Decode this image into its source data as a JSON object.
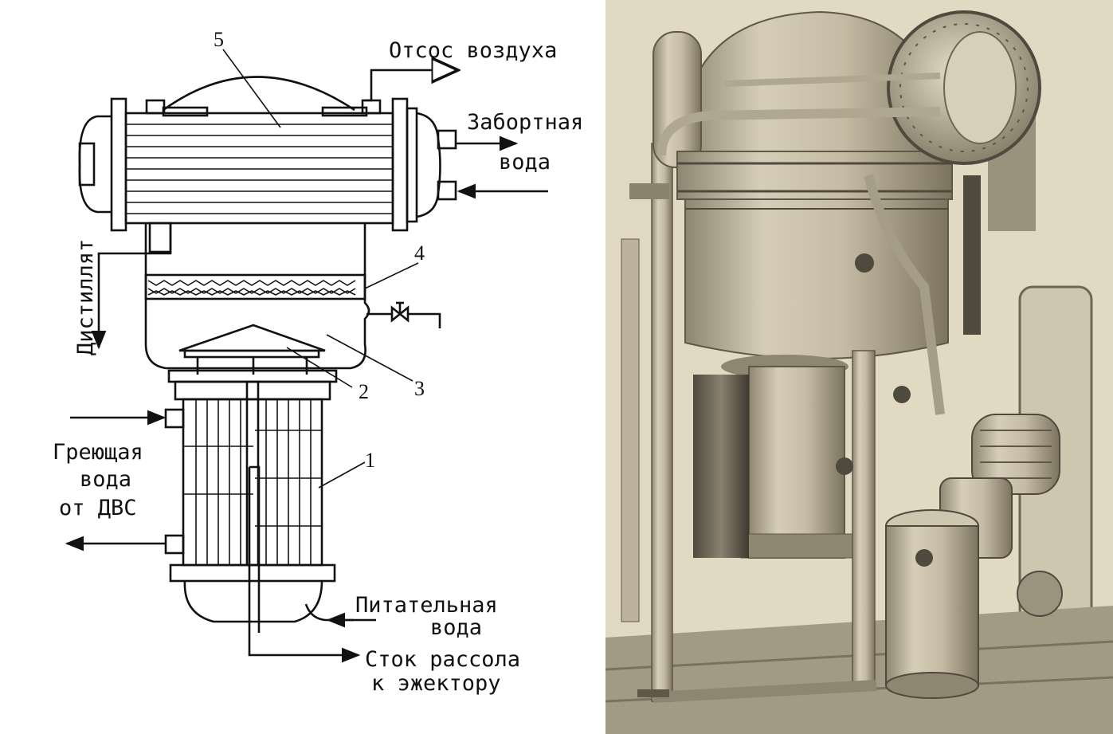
{
  "diagram": {
    "labels": {
      "air_suction": "Отсос воздуха",
      "seawater_1": "Забортная",
      "seawater_2": "вода",
      "distillate": "Дистиллят",
      "heating_1": "Греющая",
      "heating_2": "вода",
      "heating_3": "от ДВС",
      "feed_1": "Питательная",
      "feed_2": "вода",
      "brine_1": "Сток рассола",
      "brine_2": "к эжектору"
    },
    "numbers": {
      "n1": "1",
      "n2": "2",
      "n3": "3",
      "n4": "4",
      "n5": "5"
    }
  },
  "photo": {
    "palette": {
      "background": "#e2d9c2",
      "metal_light": "#d8d0bd",
      "metal_mid": "#b6ac95",
      "metal_dark": "#5e5848"
    }
  }
}
